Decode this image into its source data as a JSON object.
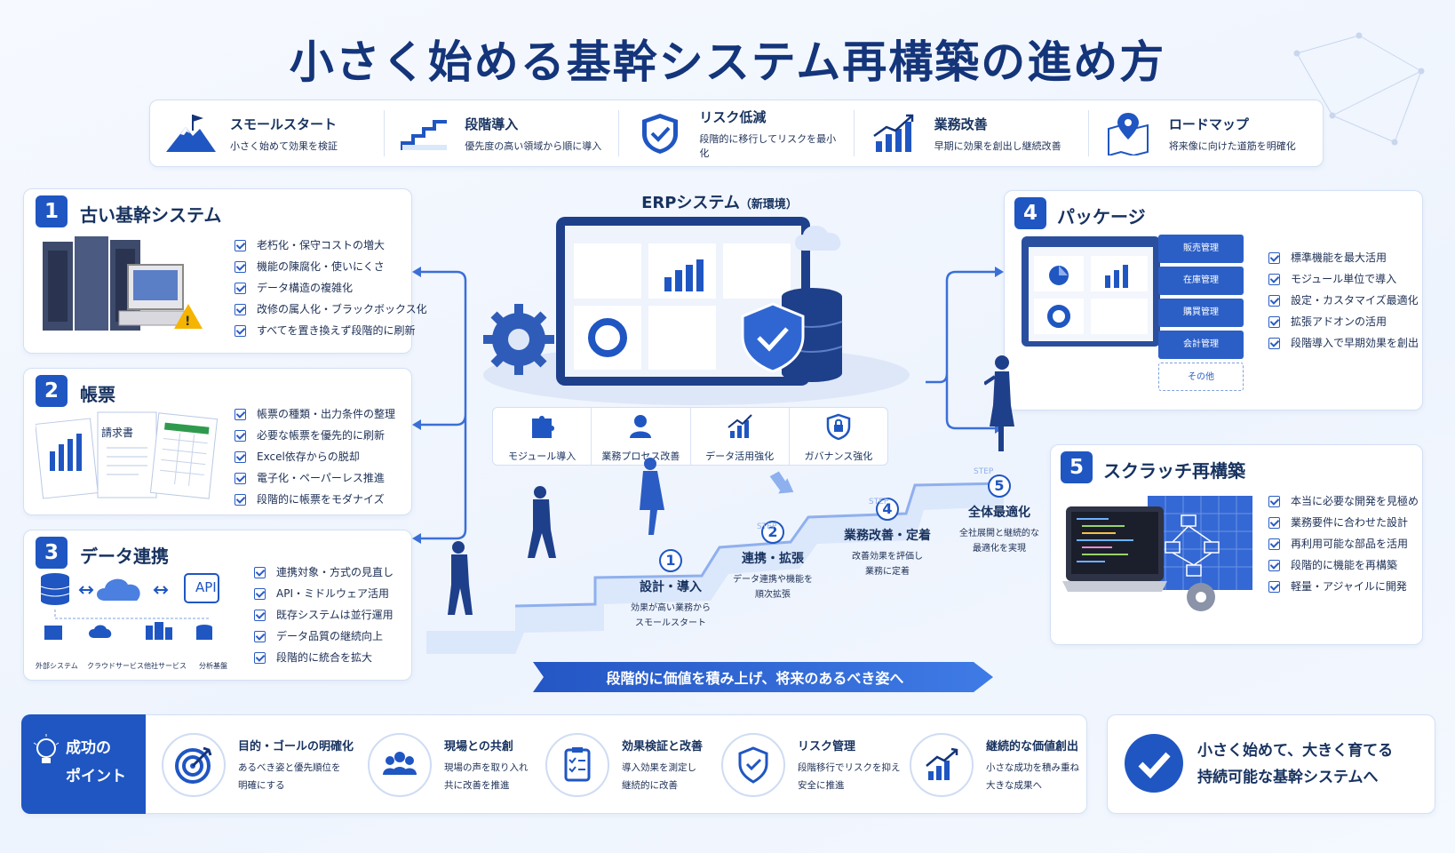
{
  "title": "小さく始める基幹システム再構築の進め方",
  "top_strip": [
    {
      "title": "スモールスタート",
      "desc": "小さく始めて効果を検証",
      "icon": "mountain-flag-icon"
    },
    {
      "title": "段階導入",
      "desc": "優先度の高い領域から順に導入",
      "icon": "stairs-icon"
    },
    {
      "title": "リスク低減",
      "desc": "段階的に移行してリスクを最小化",
      "icon": "shield-check-icon"
    },
    {
      "title": "業務改善",
      "desc": "早期に効果を創出し継続改善",
      "icon": "bar-chart-icon"
    },
    {
      "title": "ロードマップ",
      "desc": "将来像に向けた道筋を明確化",
      "icon": "map-pin-icon"
    }
  ],
  "sections": {
    "legacy": {
      "num": "1",
      "title": "古い基幹システム",
      "items": [
        "老朽化・保守コストの増大",
        "機能の陳腐化・使いにくさ",
        "データ構造の複雑化",
        "改修の属人化・ブラックボックス化",
        "すべてを置き換えず段階的に刷新"
      ]
    },
    "forms": {
      "num": "2",
      "title": "帳票",
      "doc_label": "請求書",
      "items": [
        "帳票の種類・出力条件の整理",
        "必要な帳票を優先的に刷新",
        "Excel依存からの脱却",
        "電子化・ペーパーレス推進",
        "段階的に帳票をモダナイズ"
      ]
    },
    "data": {
      "num": "3",
      "title": "データ連携",
      "api_label": "API",
      "sources": [
        "外部システム",
        "クラウドサービス",
        "他社サービス",
        "分析基盤"
      ],
      "items": [
        "連携対象・方式の見直し",
        "API・ミドルウェア活用",
        "既存システムは並行運用",
        "データ品質の継続向上",
        "段階的に統合を拡大"
      ]
    },
    "package": {
      "num": "4",
      "title": "パッケージ",
      "modules": [
        "販売管理",
        "在庫管理",
        "購買管理",
        "会計管理",
        "その他"
      ],
      "items": [
        "標準機能を最大活用",
        "モジュール単位で導入",
        "設定・カスタマイズ最適化",
        "拡張アドオンの活用",
        "段階導入で早期効果を創出"
      ]
    },
    "scratch": {
      "num": "5",
      "title": "スクラッチ再構築",
      "items": [
        "本当に必要な開発を見極め",
        "業務要件に合わせた設計",
        "再利用可能な部品を活用",
        "段階的に機能を再構築",
        "軽量・アジャイルに開発"
      ]
    }
  },
  "erp": {
    "title": "ERPシステム",
    "subtitle": "（新環境）",
    "features": [
      {
        "label": "モジュール導入",
        "icon": "puzzle-icon"
      },
      {
        "label": "業務プロセス改善",
        "icon": "person-icon"
      },
      {
        "label": "データ活用強化",
        "icon": "chart-up-icon"
      },
      {
        "label": "ガバナンス強化",
        "icon": "lock-shield-icon"
      }
    ]
  },
  "steps": [
    {
      "num": "1",
      "title": "設計・導入",
      "desc1": "効果が高い業務から",
      "desc2": "スモールスタート"
    },
    {
      "num": "2",
      "title": "連携・拡張",
      "desc1": "データ連携や機能を",
      "desc2": "順次拡張"
    },
    {
      "num": "4",
      "title": "業務改善・定着",
      "desc1": "改善効果を評価し",
      "desc2": "業務に定着"
    },
    {
      "num": "5",
      "title": "全体最適化",
      "desc1": "全社展開と継続的な",
      "desc2": "最適化を実現"
    }
  ],
  "step_labels": [
    "STEP",
    "STEP",
    "STEP"
  ],
  "banner": "段階的に価値を積み上げ、将来のあるべき姿へ",
  "success": {
    "head1": "成功の",
    "head2": "ポイント",
    "points": [
      {
        "title": "目的・ゴールの明確化",
        "d1": "あるべき姿と優先順位を",
        "d2": "明確にする",
        "icon": "target-icon"
      },
      {
        "title": "現場との共創",
        "d1": "現場の声を取り入れ",
        "d2": "共に改善を推進",
        "icon": "team-icon"
      },
      {
        "title": "効果検証と改善",
        "d1": "導入効果を測定し",
        "d2": "継続的に改善",
        "icon": "checklist-icon"
      },
      {
        "title": "リスク管理",
        "d1": "段階移行でリスクを抑え",
        "d2": "安全に推進",
        "icon": "shield-icon"
      },
      {
        "title": "継続的な価値創出",
        "d1": "小さな成功を積み重ね",
        "d2": "大きな成果へ",
        "icon": "growth-icon"
      }
    ]
  },
  "final": {
    "line1": "小さく始めて、大きく育てる",
    "line2": "持続可能な基幹システムへ"
  },
  "colors": {
    "primary": "#1f56c2",
    "navy": "#14357a",
    "light": "#dbe7fb"
  }
}
